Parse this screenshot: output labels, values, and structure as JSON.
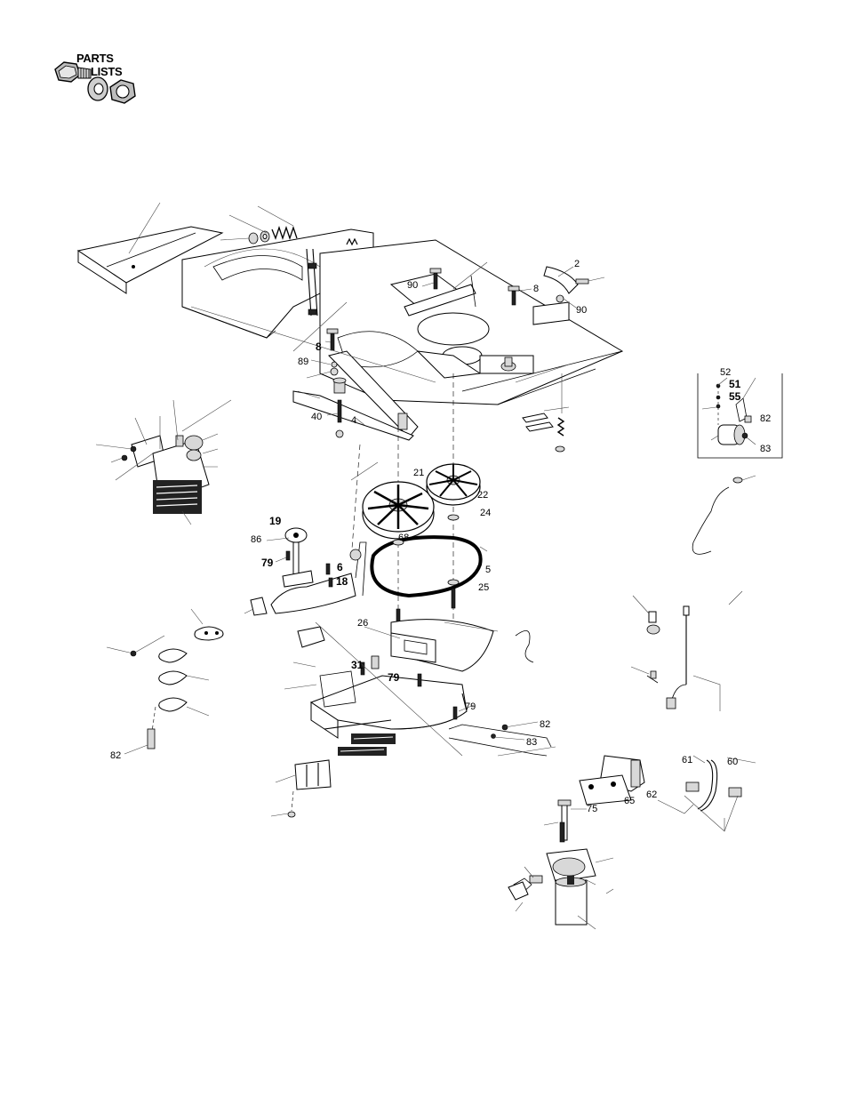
{
  "logo": {
    "line1": "PARTS",
    "line2": "LISTS"
  },
  "labels": [
    {
      "id": "lbl-90a",
      "text": "90"
    },
    {
      "id": "lbl-8a",
      "text": "8"
    },
    {
      "id": "lbl-90b",
      "text": "90"
    },
    {
      "id": "lbl-2",
      "text": "2"
    },
    {
      "id": "lbl-8b",
      "text": "8"
    },
    {
      "id": "lbl-89",
      "text": "89"
    },
    {
      "id": "lbl-40",
      "text": "40"
    },
    {
      "id": "lbl-4",
      "text": "4"
    },
    {
      "id": "lbl-52",
      "text": "52"
    },
    {
      "id": "lbl-51",
      "text": "51"
    },
    {
      "id": "lbl-55",
      "text": "55"
    },
    {
      "id": "lbl-82a",
      "text": "82"
    },
    {
      "id": "lbl-83a",
      "text": "83"
    },
    {
      "id": "lbl-21",
      "text": "21"
    },
    {
      "id": "lbl-22",
      "text": "22"
    },
    {
      "id": "lbl-24",
      "text": "24"
    },
    {
      "id": "lbl-68",
      "text": "68"
    },
    {
      "id": "lbl-5",
      "text": "5"
    },
    {
      "id": "lbl-25",
      "text": "25"
    },
    {
      "id": "lbl-19",
      "text": "19"
    },
    {
      "id": "lbl-86",
      "text": "86"
    },
    {
      "id": "lbl-79a",
      "text": "79"
    },
    {
      "id": "lbl-6",
      "text": "6"
    },
    {
      "id": "lbl-18",
      "text": "18"
    },
    {
      "id": "lbl-26",
      "text": "26"
    },
    {
      "id": "lbl-31",
      "text": "31"
    },
    {
      "id": "lbl-79b",
      "text": "79"
    },
    {
      "id": "lbl-79c",
      "text": "79"
    },
    {
      "id": "lbl-82b",
      "text": "82"
    },
    {
      "id": "lbl-83b",
      "text": "83"
    },
    {
      "id": "lbl-82c",
      "text": "82"
    },
    {
      "id": "lbl-61",
      "text": "61"
    },
    {
      "id": "lbl-60",
      "text": "60"
    },
    {
      "id": "lbl-62",
      "text": "62"
    },
    {
      "id": "lbl-65",
      "text": "65"
    },
    {
      "id": "lbl-75",
      "text": "75"
    }
  ]
}
